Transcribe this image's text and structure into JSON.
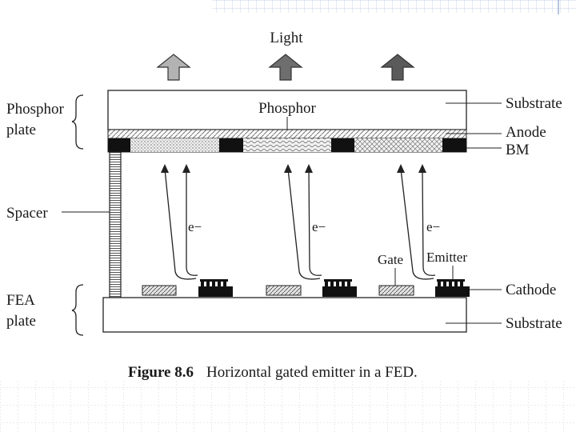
{
  "diagram": {
    "light_label": "Light",
    "phosphor_plate_label_line1": "Phosphor",
    "phosphor_plate_label_line2": "plate",
    "fea_plate_label_line1": "FEA",
    "fea_plate_label_line2": "plate",
    "spacer_label": "Spacer",
    "phosphor_label": "Phosphor",
    "substrate_top_label": "Substrate",
    "anode_label": "Anode",
    "bm_label": "BM",
    "electron_label": "e−",
    "gate_label": "Gate",
    "emitter_label": "Emitter",
    "cathode_label": "Cathode",
    "substrate_bottom_label": "Substrate"
  },
  "caption": {
    "figure_number": "Figure 8.6",
    "text": "Horizontal gated emitter in a FED."
  },
  "colors": {
    "arrow_light": "#b3b3b3",
    "arrow_mid": "#6e6e6e",
    "arrow_dark": "#5a5a5a",
    "black_matrix": "#111111",
    "slide_grid": "#c9d6ea"
  }
}
